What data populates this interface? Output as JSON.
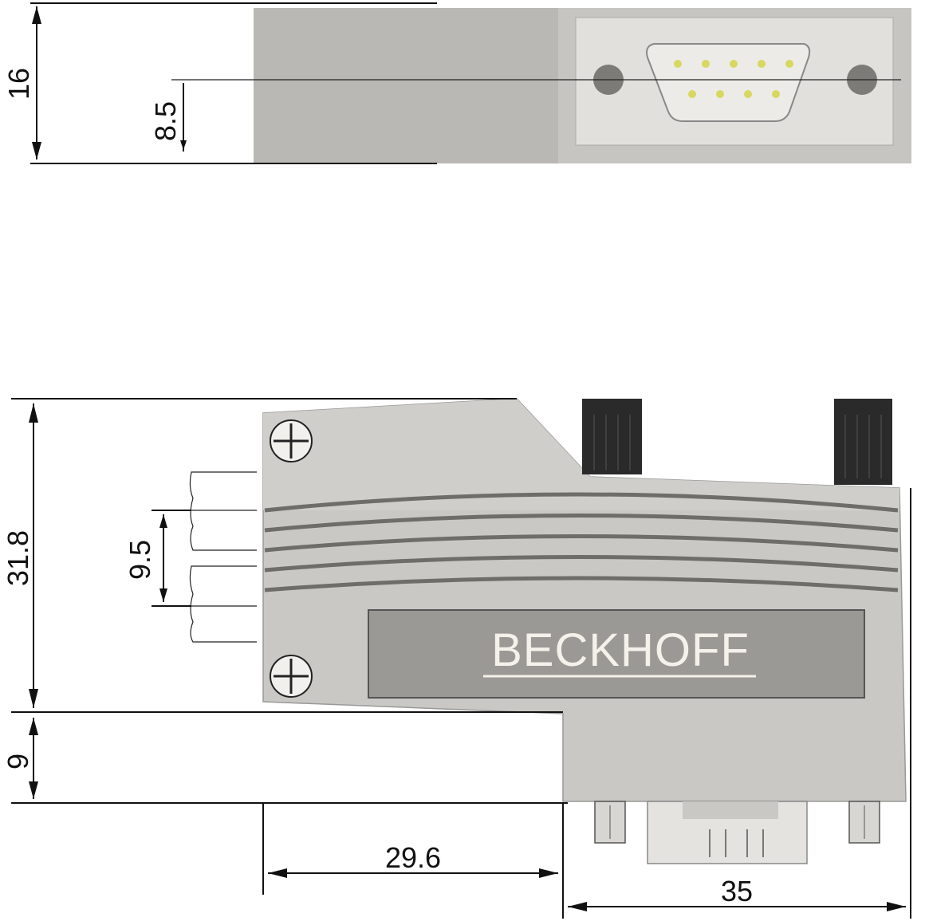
{
  "dimensions": {
    "top_height": "16",
    "top_center_height": "8.5",
    "side_height": "31.8",
    "cable_pitch": "9.5",
    "bottom_offset": "9",
    "depth_left": "29.6",
    "depth_right": "35"
  },
  "logo": {
    "text": "BECKHOFF"
  },
  "colors": {
    "housing": "#c8c7c3",
    "housing_dark": "#9e9d99",
    "label_panel": "#9c9a96",
    "face_plate": "#e2e1dd",
    "pin": "#e8e86a",
    "knob": "#2a2a2a"
  }
}
